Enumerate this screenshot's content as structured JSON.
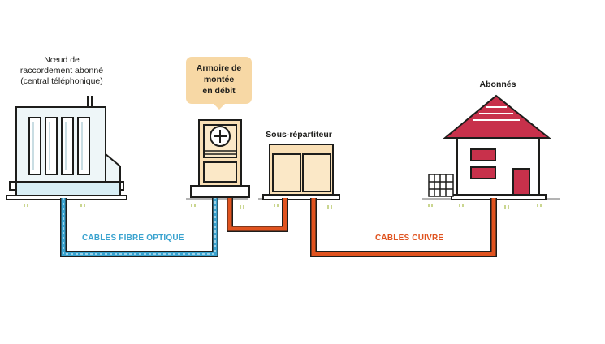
{
  "labels": {
    "noeud_line1": "Nœud de",
    "noeud_line2": "raccordement abonné",
    "noeud_line3": "(central téléphonique)",
    "armoire_line1": "Armoire de",
    "armoire_line2": "montée",
    "armoire_line3": "en débit",
    "sous_repartiteur": "Sous-répartiteur",
    "abonnes": "Abonnés"
  },
  "cables": {
    "fibre": "CABLES FIBRE OPTIQUE",
    "cuivre": "CABLES CUIVRE"
  },
  "colors": {
    "fibre": "#3aa3cf",
    "cuivre": "#e0531f",
    "roof": "#c8314b",
    "bubble": "#f7d8a5",
    "cabinet": "#f9dfb5",
    "glass": "#d8eef5",
    "outline": "#1d1d1b"
  }
}
